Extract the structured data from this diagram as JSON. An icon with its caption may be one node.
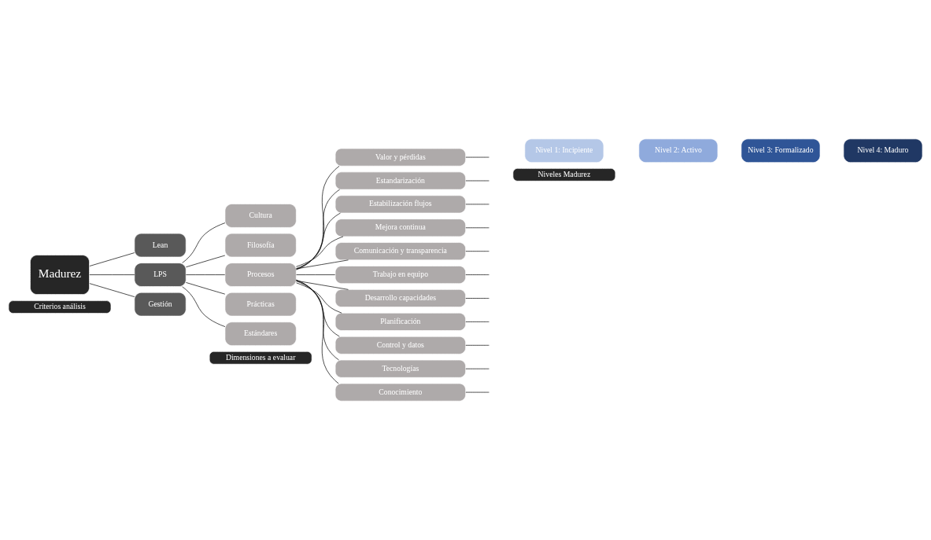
{
  "diagram": {
    "nodes": [
      {
        "text": [
          "Criterios análisis"
        ]
      },
      {
        "text": [
          "Dimensiones a evaluar"
        ]
      },
      {
        "text": [
          "Niveles Madurez"
        ]
      },
      {
        "text": [
          "Madurez"
        ]
      },
      {
        "text": [
          "Lean"
        ]
      },
      {
        "text": [
          "LPS"
        ]
      },
      {
        "text": [
          "Gestión"
        ]
      },
      {
        "text": [
          "Cultura"
        ]
      },
      {
        "text": [
          "Filosofía"
        ]
      },
      {
        "text": [
          "Procesos"
        ]
      },
      {
        "text": [
          "Prácticas"
        ]
      },
      {
        "text": [
          "Estándares"
        ]
      },
      {
        "text": [
          "Valor y pérdidas"
        ]
      },
      {
        "text": [
          "Estandarización"
        ]
      },
      {
        "text": [
          "Estabilización flujos"
        ]
      },
      {
        "text": [
          "Mejora continua"
        ]
      },
      {
        "text": [
          "Comunicación y transparencia"
        ]
      },
      {
        "text": [
          "Trabajo en equipo"
        ]
      },
      {
        "text": [
          "Desarrollo capacidades"
        ]
      },
      {
        "text": [
          "Planificación"
        ]
      },
      {
        "text": [
          "Control y datos"
        ]
      },
      {
        "text": [
          "Tecnologías"
        ]
      },
      {
        "text": [
          "Conocimiento"
        ]
      },
      {
        "text": [
          "Nivel 1: Incipiente"
        ]
      },
      {
        "text": [
          "Nivel 2: Activo"
        ]
      },
      {
        "text": [
          "Nivel 3: Formalizado"
        ]
      },
      {
        "text": [
          "Nivel 4: Maduro"
        ]
      }
    ],
    "edges": [
      {
        "from": 3,
        "to": 4,
        "arrow": "none"
      },
      {
        "from": 3,
        "to": 5,
        "arrow": "none"
      },
      {
        "from": 3,
        "to": 6,
        "arrow": "none"
      },
      {
        "from": 5,
        "to": 7,
        "arrow": "none"
      },
      {
        "from": 5,
        "to": 8,
        "arrow": "none"
      },
      {
        "from": 5,
        "to": 9,
        "arrow": "none"
      },
      {
        "from": 5,
        "to": 10,
        "arrow": "none"
      },
      {
        "from": 5,
        "to": 11,
        "arrow": "none"
      },
      {
        "from": 9,
        "to": 12,
        "arrow": "none"
      },
      {
        "from": 9,
        "to": 13,
        "arrow": "none"
      },
      {
        "from": 9,
        "to": 14,
        "arrow": "none"
      },
      {
        "from": 9,
        "to": 15,
        "arrow": "none"
      },
      {
        "from": 9,
        "to": 16,
        "arrow": "none"
      },
      {
        "from": 9,
        "to": 17,
        "arrow": "none"
      },
      {
        "from": 9,
        "to": 18,
        "arrow": "none"
      },
      {
        "from": 9,
        "to": 19,
        "arrow": "none"
      },
      {
        "from": 9,
        "to": 20,
        "arrow": "none"
      },
      {
        "from": 9,
        "to": 21,
        "arrow": "none"
      },
      {
        "from": 9,
        "to": 22,
        "arrow": "none"
      },
      {
        "from": 12,
        "to": null,
        "arrow": "none"
      },
      {
        "from": 13,
        "to": null,
        "arrow": "none"
      },
      {
        "from": 14,
        "to": null,
        "arrow": "none"
      },
      {
        "from": 15,
        "to": null,
        "arrow": "none"
      },
      {
        "from": 16,
        "to": null,
        "arrow": "none"
      },
      {
        "from": 17,
        "to": null,
        "arrow": "none"
      },
      {
        "from": 18,
        "to": null,
        "arrow": "none"
      },
      {
        "from": 19,
        "to": null,
        "arrow": "none"
      },
      {
        "from": 20,
        "to": null,
        "arrow": "none"
      },
      {
        "from": 21,
        "to": null,
        "arrow": "none"
      },
      {
        "from": 22,
        "to": null,
        "arrow": "none"
      }
    ]
  }
}
